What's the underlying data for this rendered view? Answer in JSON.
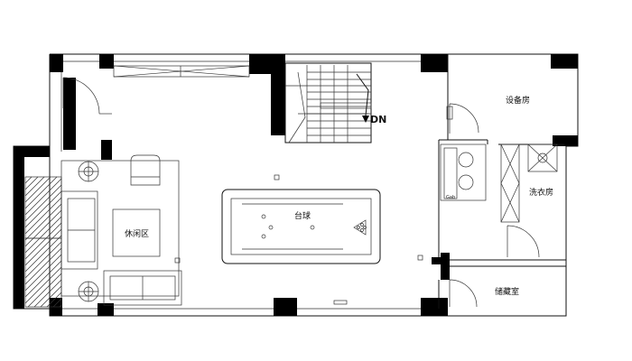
{
  "labels": {
    "equipment_room": "设备房",
    "laundry_room": "洗衣房",
    "leisure_area": "休闲区",
    "pool_table": "台球",
    "storage_room": "储藏室",
    "stair_dn": "DN",
    "small_tag": "Gab"
  },
  "colors": {
    "wall": "#000000",
    "line": "#111111",
    "background": "#ffffff"
  }
}
